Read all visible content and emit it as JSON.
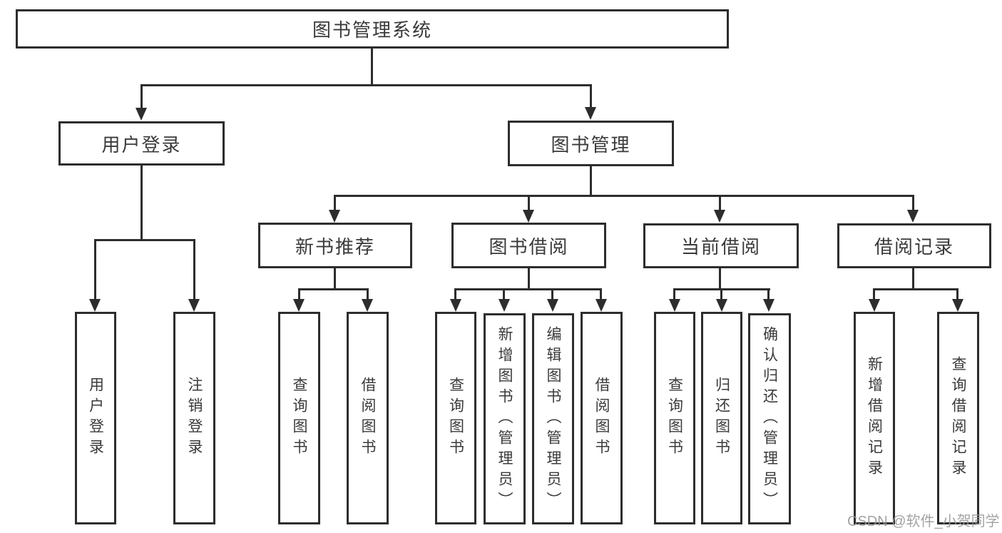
{
  "nodes": {
    "root": "图书管理系统",
    "user_login_group": "用户登录",
    "book_mgmt": "图书管理",
    "new_book_rec": "新书推荐",
    "book_borrow": "图书借阅",
    "current_borrow": "当前借阅",
    "borrow_records": "借阅记录",
    "user_login": "用户登录",
    "logout": "注销登录",
    "nb_query": "查询图书",
    "nb_borrow": "借阅图书",
    "bb_query": "查询图书",
    "bb_add": "新增图书（管理员）",
    "bb_edit": "编辑图书（管理员）",
    "bb_borrow": "借阅图书",
    "cb_query": "查询图书",
    "cb_return": "归还图书",
    "cb_confirm": "确认归还（管理员）",
    "br_add": "新增借阅记录",
    "br_query": "查询借阅记录"
  },
  "watermark": "CSDN @软件_小贺同学",
  "colors": {
    "line": "#2d2d2d",
    "text": "#3a3a3a",
    "background": "#ffffff",
    "watermark": "#969696"
  }
}
